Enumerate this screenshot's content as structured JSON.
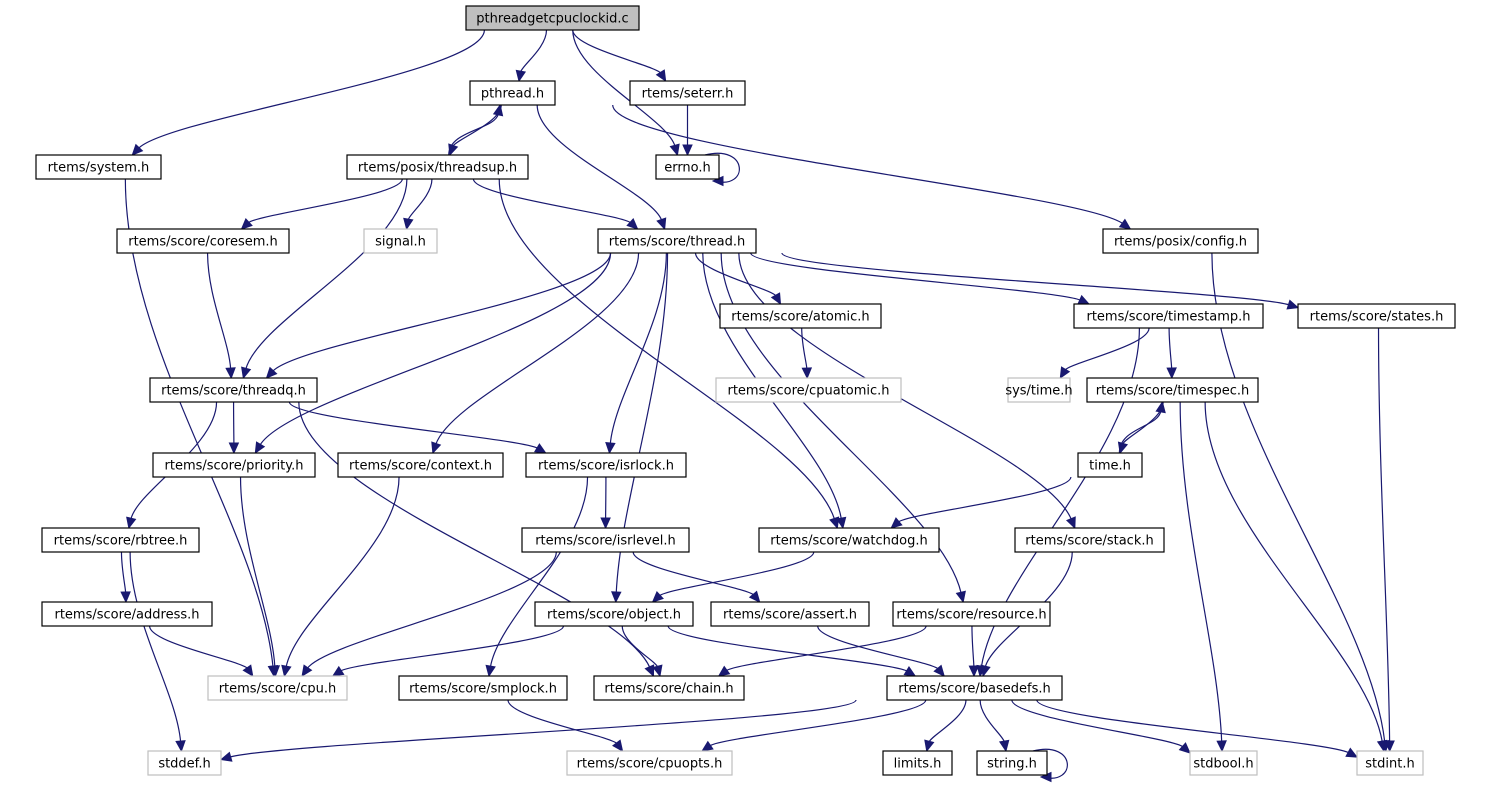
{
  "diagram": {
    "title": "pthreadgetcpuclockid.c",
    "colors": {
      "edge": "#191970",
      "root_fill": "#bfbfbf",
      "node_border": "#000000",
      "external_border": "#bfbfbf"
    },
    "nodes": [
      {
        "id": "root",
        "label": "pthreadgetcpuclockid.c",
        "kind": "root"
      },
      {
        "id": "pthread",
        "label": "pthread.h",
        "kind": "normal"
      },
      {
        "id": "seterr",
        "label": "rtems/seterr.h",
        "kind": "normal"
      },
      {
        "id": "system",
        "label": "rtems/system.h",
        "kind": "normal"
      },
      {
        "id": "threadsup",
        "label": "rtems/posix/threadsup.h",
        "kind": "normal"
      },
      {
        "id": "errno",
        "label": "errno.h",
        "kind": "normal"
      },
      {
        "id": "coresem",
        "label": "rtems/score/coresem.h",
        "kind": "normal"
      },
      {
        "id": "signal",
        "label": "signal.h",
        "kind": "external"
      },
      {
        "id": "thread",
        "label": "rtems/score/thread.h",
        "kind": "normal"
      },
      {
        "id": "config",
        "label": "rtems/posix/config.h",
        "kind": "normal"
      },
      {
        "id": "atomic",
        "label": "rtems/score/atomic.h",
        "kind": "normal"
      },
      {
        "id": "timestamp",
        "label": "rtems/score/timestamp.h",
        "kind": "normal"
      },
      {
        "id": "states",
        "label": "rtems/score/states.h",
        "kind": "normal"
      },
      {
        "id": "threadq",
        "label": "rtems/score/threadq.h",
        "kind": "normal"
      },
      {
        "id": "cpuatomic",
        "label": "rtems/score/cpuatomic.h",
        "kind": "external"
      },
      {
        "id": "systime",
        "label": "sys/time.h",
        "kind": "external"
      },
      {
        "id": "timespec",
        "label": "rtems/score/timespec.h",
        "kind": "normal"
      },
      {
        "id": "priority",
        "label": "rtems/score/priority.h",
        "kind": "normal"
      },
      {
        "id": "context",
        "label": "rtems/score/context.h",
        "kind": "normal"
      },
      {
        "id": "isrlock",
        "label": "rtems/score/isrlock.h",
        "kind": "normal"
      },
      {
        "id": "timeh",
        "label": "time.h",
        "kind": "normal"
      },
      {
        "id": "rbtree",
        "label": "rtems/score/rbtree.h",
        "kind": "normal"
      },
      {
        "id": "isrlevel",
        "label": "rtems/score/isrlevel.h",
        "kind": "normal"
      },
      {
        "id": "watchdog",
        "label": "rtems/score/watchdog.h",
        "kind": "normal"
      },
      {
        "id": "stack",
        "label": "rtems/score/stack.h",
        "kind": "normal"
      },
      {
        "id": "address",
        "label": "rtems/score/address.h",
        "kind": "normal"
      },
      {
        "id": "object",
        "label": "rtems/score/object.h",
        "kind": "normal"
      },
      {
        "id": "assert",
        "label": "rtems/score/assert.h",
        "kind": "normal"
      },
      {
        "id": "resource",
        "label": "rtems/score/resource.h",
        "kind": "normal"
      },
      {
        "id": "cpu",
        "label": "rtems/score/cpu.h",
        "kind": "external"
      },
      {
        "id": "smplock",
        "label": "rtems/score/smplock.h",
        "kind": "normal"
      },
      {
        "id": "chain",
        "label": "rtems/score/chain.h",
        "kind": "normal"
      },
      {
        "id": "basedefs",
        "label": "rtems/score/basedefs.h",
        "kind": "normal"
      },
      {
        "id": "stddef",
        "label": "stddef.h",
        "kind": "external"
      },
      {
        "id": "cpuopts",
        "label": "rtems/score/cpuopts.h",
        "kind": "external"
      },
      {
        "id": "limits",
        "label": "limits.h",
        "kind": "normal"
      },
      {
        "id": "string",
        "label": "string.h",
        "kind": "normal"
      },
      {
        "id": "stdbool",
        "label": "stdbool.h",
        "kind": "external"
      },
      {
        "id": "stdint",
        "label": "stdint.h",
        "kind": "external"
      }
    ],
    "edges": [
      [
        "root",
        "system"
      ],
      [
        "root",
        "pthread"
      ],
      [
        "root",
        "errno"
      ],
      [
        "root",
        "seterr"
      ],
      [
        "pthread",
        "threadsup"
      ],
      [
        "pthread",
        "thread"
      ],
      [
        "pthread",
        "config"
      ],
      [
        "threadsup",
        "pthread"
      ],
      [
        "threadsup",
        "coresem"
      ],
      [
        "threadsup",
        "threadq"
      ],
      [
        "threadsup",
        "signal"
      ],
      [
        "threadsup",
        "watchdog"
      ],
      [
        "threadsup",
        "thread"
      ],
      [
        "seterr",
        "errno"
      ],
      [
        "errno",
        "errno"
      ],
      [
        "system",
        "cpu"
      ],
      [
        "coresem",
        "threadq"
      ],
      [
        "config",
        "stdint"
      ],
      [
        "thread",
        "threadq"
      ],
      [
        "thread",
        "priority"
      ],
      [
        "thread",
        "context"
      ],
      [
        "thread",
        "isrlock"
      ],
      [
        "thread",
        "object"
      ],
      [
        "thread",
        "atomic"
      ],
      [
        "thread",
        "watchdog"
      ],
      [
        "thread",
        "resource"
      ],
      [
        "thread",
        "stack"
      ],
      [
        "thread",
        "timestamp"
      ],
      [
        "thread",
        "states"
      ],
      [
        "atomic",
        "cpuatomic"
      ],
      [
        "timestamp",
        "basedefs"
      ],
      [
        "timestamp",
        "systime"
      ],
      [
        "timestamp",
        "timespec"
      ],
      [
        "states",
        "stdint"
      ],
      [
        "timespec",
        "timeh"
      ],
      [
        "timespec",
        "stdbool"
      ],
      [
        "timespec",
        "stdint"
      ],
      [
        "timeh",
        "timespec"
      ],
      [
        "timeh",
        "watchdog"
      ],
      [
        "threadq",
        "rbtree"
      ],
      [
        "threadq",
        "chain"
      ],
      [
        "threadq",
        "priority"
      ],
      [
        "threadq",
        "isrlock"
      ],
      [
        "priority",
        "cpu"
      ],
      [
        "context",
        "cpu"
      ],
      [
        "isrlock",
        "isrlevel"
      ],
      [
        "isrlock",
        "smplock"
      ],
      [
        "rbtree",
        "address"
      ],
      [
        "rbtree",
        "stddef"
      ],
      [
        "address",
        "cpu"
      ],
      [
        "isrlevel",
        "cpu"
      ],
      [
        "isrlevel",
        "assert"
      ],
      [
        "watchdog",
        "object"
      ],
      [
        "stack",
        "basedefs"
      ],
      [
        "object",
        "cpu"
      ],
      [
        "object",
        "chain"
      ],
      [
        "object",
        "basedefs"
      ],
      [
        "assert",
        "basedefs"
      ],
      [
        "resource",
        "chain"
      ],
      [
        "resource",
        "basedefs"
      ],
      [
        "smplock",
        "cpuopts"
      ],
      [
        "basedefs",
        "stddef"
      ],
      [
        "basedefs",
        "cpuopts"
      ],
      [
        "basedefs",
        "limits"
      ],
      [
        "basedefs",
        "string"
      ],
      [
        "basedefs",
        "stdbool"
      ],
      [
        "basedefs",
        "stdint"
      ],
      [
        "string",
        "string"
      ]
    ]
  }
}
